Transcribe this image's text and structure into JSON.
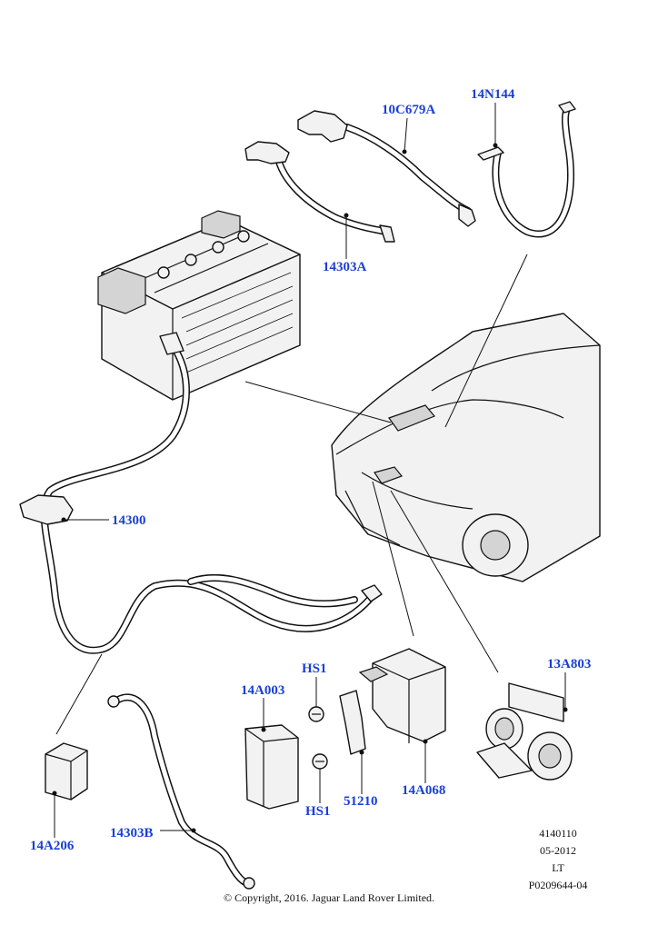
{
  "parts": {
    "p10C679A": "10C679A",
    "p14N144": "14N144",
    "p14303A": "14303A",
    "p14300": "14300",
    "p13A803": "13A803",
    "pHS1_top": "HS1",
    "p14A003": "14A003",
    "p14A068": "14A068",
    "p51210": "51210",
    "pHS1_bottom": "HS1",
    "p14A206": "14A206",
    "p14303B": "14303B"
  },
  "meta": {
    "ref": "4140110",
    "date": "05-2012",
    "code": "LT",
    "illustration": "P0209644-04"
  },
  "copyright": "© Copyright, 2016. Jaguar Land Rover Limited.",
  "colors": {
    "label": "#1a3fd6",
    "line": "#111111"
  }
}
